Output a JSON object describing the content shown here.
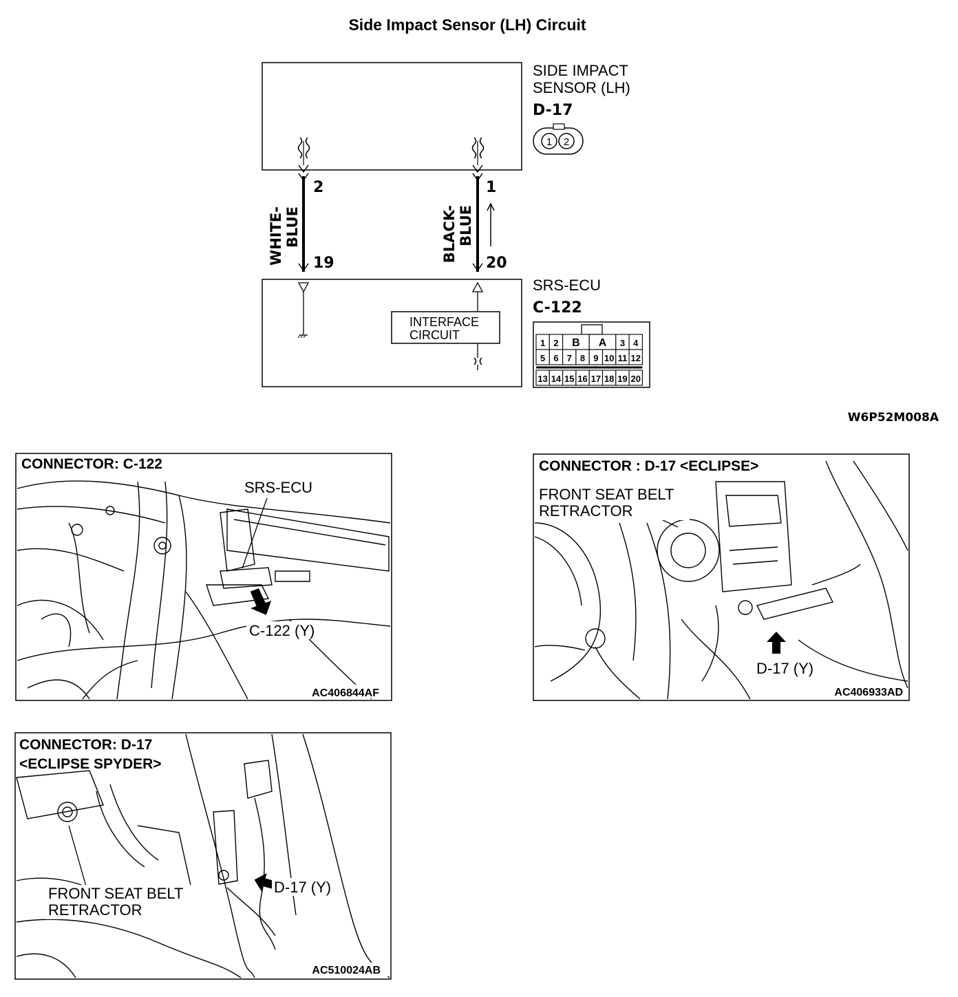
{
  "title": "Side Impact Sensor (LH) Circuit",
  "sensor": {
    "name_line1": "SIDE IMPACT",
    "name_line2": "SENSOR (LH)",
    "connector": "D-17",
    "pins": [
      "1",
      "2"
    ]
  },
  "ecu": {
    "name": "SRS-ECU",
    "connector": "C-122",
    "interface_line1": "INTERFACE",
    "interface_line2": "CIRCUIT",
    "pin_row1": [
      "1",
      "2",
      "B",
      "A",
      "3",
      "4"
    ],
    "pin_row2": [
      "5",
      "6",
      "7",
      "8",
      "9",
      "10",
      "11",
      "12"
    ],
    "pin_row3": [
      "13",
      "14",
      "15",
      "16",
      "17",
      "18",
      "19",
      "20"
    ]
  },
  "wires": [
    {
      "color_line1": "WHITE-",
      "color_line2": "BLUE",
      "sensor_pin": "2",
      "ecu_pin": "19"
    },
    {
      "color_line1": "BLACK-",
      "color_line2": "BLUE",
      "sensor_pin": "1",
      "ecu_pin": "20"
    }
  ],
  "diagram_code": "W6P52M008A",
  "panels": [
    {
      "heading": "CONNECTOR: C-122",
      "label_a": "SRS-ECU",
      "label_b": "C-122 (Y)",
      "code": "AC406844AF"
    },
    {
      "heading": "CONNECTOR : D-17 <ECLIPSE>",
      "label_a_line1": "FRONT SEAT BELT",
      "label_a_line2": "RETRACTOR",
      "label_b": "D-17 (Y)",
      "code": "AC406933AD"
    },
    {
      "heading_line1": "CONNECTOR: D-17",
      "heading_line2": "<ECLIPSE SPYDER>",
      "label_a_line1": "FRONT SEAT BELT",
      "label_a_line2": "RETRACTOR",
      "label_b": "D-17 (Y)",
      "code": "AC510024AB"
    }
  ]
}
